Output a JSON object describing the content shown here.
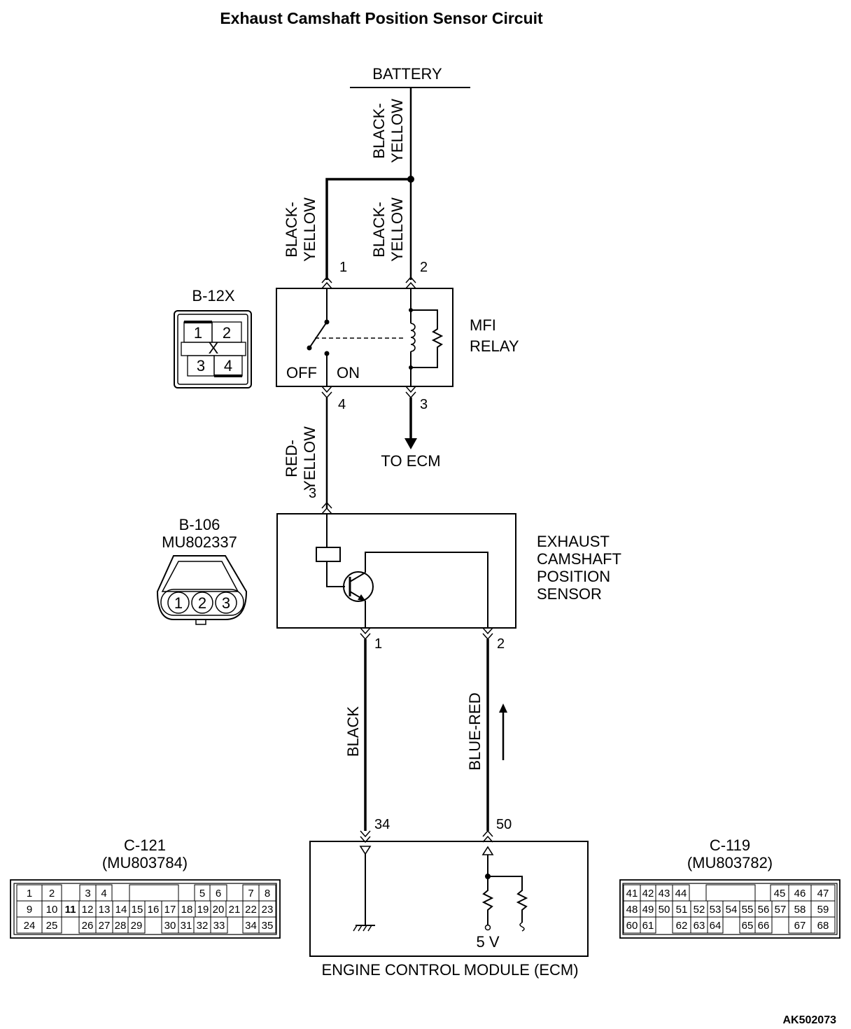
{
  "title": "Exhaust Camshaft Position Sensor Circuit",
  "figure_code": "AK502073",
  "battery": {
    "label": "BATTERY"
  },
  "wires": {
    "battery_feed": [
      "BLACK-",
      "YELLOW"
    ],
    "relay_pin1": [
      "BLACK-",
      "YELLOW"
    ],
    "relay_pin2": [
      "BLACK-",
      "YELLOW"
    ],
    "relay_to_sensor": [
      "RED-",
      "YELLOW"
    ],
    "sensor_ground": "BLACK",
    "sensor_signal": "BLUE-RED"
  },
  "relay": {
    "connector_id": "B-12X",
    "name_lines": [
      "MFI",
      "RELAY"
    ],
    "pins": {
      "p1": "1",
      "p2": "2",
      "p3": "3",
      "p4": "4"
    },
    "switch_off": "OFF",
    "switch_on": "ON",
    "to_ecm": "TO ECM",
    "connector_face": {
      "cells": [
        "1",
        "2",
        "X",
        "3",
        "4"
      ]
    }
  },
  "sensor": {
    "connector_id": "B-106",
    "part_number": "MU802337",
    "name_lines": [
      "EXHAUST",
      "CAMSHAFT",
      "POSITION",
      "SENSOR"
    ],
    "pins": {
      "supply": "3",
      "ground": "1",
      "signal": "2"
    },
    "connector_face": {
      "cells": [
        "1",
        "2",
        "3"
      ]
    }
  },
  "ecm": {
    "label": "ENGINE CONTROL MODULE (ECM)",
    "pins": {
      "ground": "34",
      "signal": "50"
    },
    "reference_voltage": "5 V"
  },
  "connectors": {
    "c121": {
      "id": "C-121",
      "part": "(MU803784)",
      "rows": [
        [
          "1",
          "2",
          "3",
          "4",
          "5",
          "6",
          "7",
          "8"
        ],
        [
          "9",
          "10",
          "11",
          "12",
          "13",
          "14",
          "15",
          "16",
          "17",
          "18",
          "19",
          "20",
          "21",
          "22",
          "23"
        ],
        [
          "24",
          "25",
          "26",
          "27",
          "28",
          "29",
          "30",
          "31",
          "32",
          "33",
          "34",
          "35"
        ]
      ],
      "bold_pins": [
        "11"
      ]
    },
    "c119": {
      "id": "C-119",
      "part": "(MU803782)",
      "rows": [
        [
          "41",
          "42",
          "43",
          "44",
          "45",
          "46",
          "47"
        ],
        [
          "48",
          "49",
          "50",
          "51",
          "52",
          "53",
          "54",
          "55",
          "56",
          "57",
          "58",
          "59"
        ],
        [
          "60",
          "61",
          "62",
          "63",
          "64",
          "65",
          "66",
          "67",
          "68"
        ]
      ],
      "bold_pins": []
    }
  }
}
